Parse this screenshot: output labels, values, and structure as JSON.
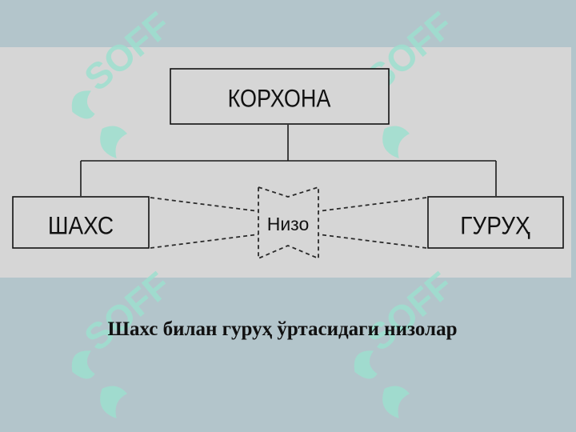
{
  "diagram": {
    "nodes": {
      "top": "КОРХОНА",
      "left": "ШАХС",
      "right": "ГУРУҲ",
      "center": "Низо"
    },
    "edges": [
      {
        "from": "top",
        "to": "left",
        "style": "solid"
      },
      {
        "from": "top",
        "to": "right",
        "style": "solid"
      },
      {
        "from": "left",
        "to": "center",
        "style": "dashed"
      },
      {
        "from": "right",
        "to": "center",
        "style": "dashed"
      }
    ]
  },
  "caption": "Шахс билан гуруҳ ўртасидаги низолар",
  "watermark": {
    "text": "SOFF",
    "color": "#9ee0cf"
  },
  "colors": {
    "background": "#b3c5cb",
    "panel": "#d6d6d6",
    "stroke": "#1a1a1a"
  }
}
